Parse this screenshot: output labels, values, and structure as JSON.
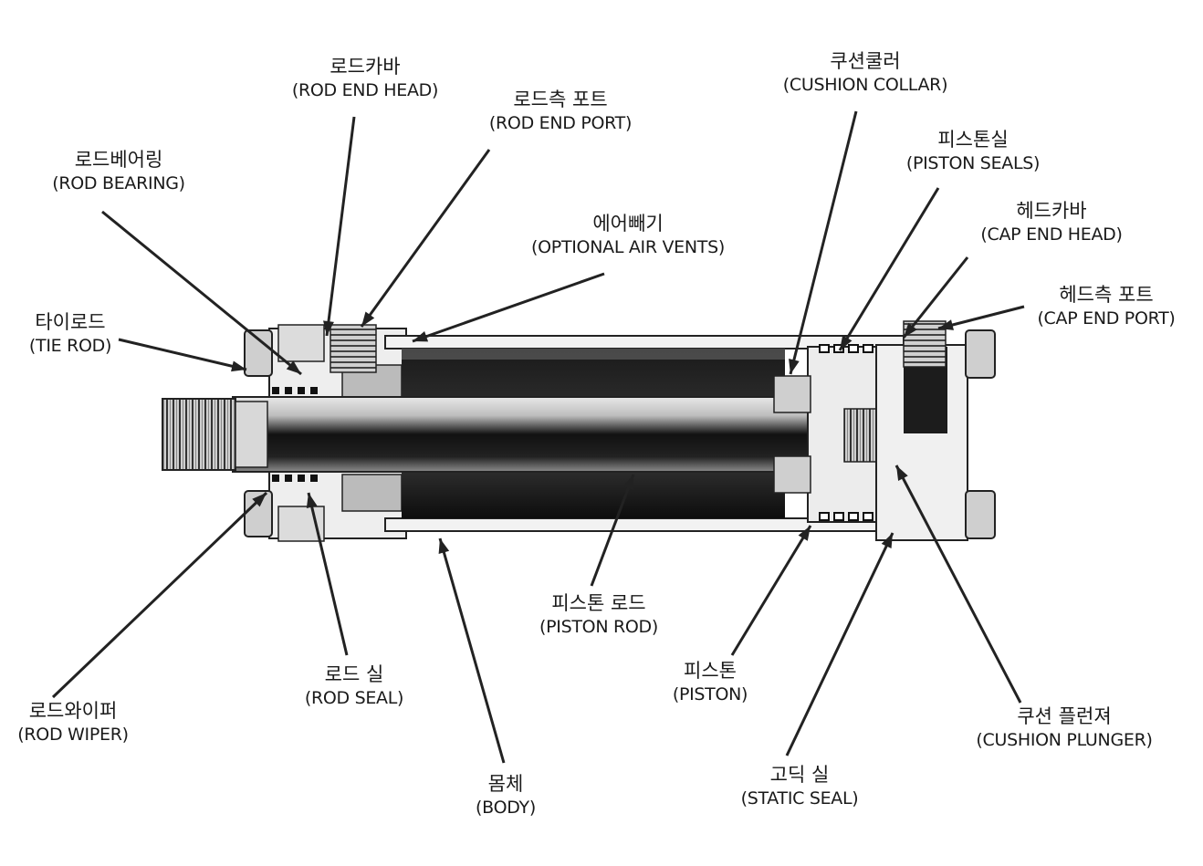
{
  "labels": [
    {
      "id": "rod-end-head",
      "ko": "로드카바",
      "en": "(ROD END HEAD)"
    },
    {
      "id": "rod-end-port",
      "ko": "로드측 포트",
      "en": "(ROD END PORT)"
    },
    {
      "id": "rod-bearing",
      "ko": "로드베어링",
      "en": "(ROD BEARING)"
    },
    {
      "id": "air-vents",
      "ko": "에어빼기",
      "en": "(OPTIONAL AIR VENTS)"
    },
    {
      "id": "tie-rod",
      "ko": "타이로드",
      "en": "(TIE ROD)"
    },
    {
      "id": "cushion-collar",
      "ko": "쿠션쿨러",
      "en": "(CUSHION COLLAR)"
    },
    {
      "id": "piston-seals",
      "ko": "피스톤실",
      "en": "(PISTON SEALS)"
    },
    {
      "id": "cap-end-head",
      "ko": "헤드카바",
      "en": "(CAP END HEAD)"
    },
    {
      "id": "cap-end-port",
      "ko": "헤드측 포트",
      "en": "(CAP END PORT)"
    },
    {
      "id": "piston-rod",
      "ko": "피스톤 로드",
      "en": "(PISTON ROD)"
    },
    {
      "id": "rod-seal",
      "ko": "로드 실",
      "en": "(ROD SEAL)"
    },
    {
      "id": "rod-wiper",
      "ko": "로드와이퍼",
      "en": "(ROD WIPER)"
    },
    {
      "id": "piston",
      "ko": "피스톤",
      "en": "(PISTON)"
    },
    {
      "id": "body",
      "ko": "몸체",
      "en": "(BODY)"
    },
    {
      "id": "static-seal",
      "ko": "고딕 실",
      "en": "(STATIC SEAL)"
    },
    {
      "id": "cushion-plunger",
      "ko": "쿠션 플런져",
      "en": "(CUSHION PLUNGER)"
    }
  ]
}
